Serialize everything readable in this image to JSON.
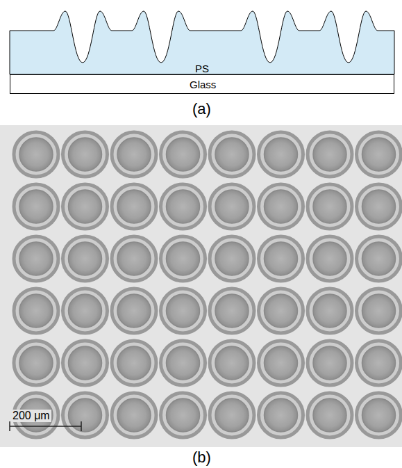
{
  "diagram": {
    "nodes": [
      {
        "text": [
          "PS"
        ]
      },
      {
        "text": [
          "Glass"
        ]
      }
    ],
    "labels": [
      "(a)",
      "200 μm",
      "(b)"
    ]
  }
}
